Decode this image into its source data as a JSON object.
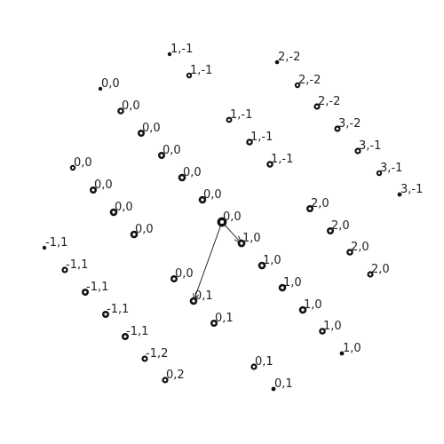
{
  "colors": {
    "ink": "#111111",
    "background": "#ffffff"
  },
  "arrows": [
    {
      "from": "0,0",
      "to": "1,0"
    },
    {
      "from": "0,0",
      "to": "0,1"
    }
  ],
  "points": [
    {
      "label": "1,-1"
    },
    {
      "label": "1,-1"
    },
    {
      "label": "2,-2"
    },
    {
      "label": "0,0"
    },
    {
      "label": "2,-2"
    },
    {
      "label": "0,0"
    },
    {
      "label": "2,-2"
    },
    {
      "label": "1,-1"
    },
    {
      "label": "0,0"
    },
    {
      "label": "3,-2"
    },
    {
      "label": "1,-1"
    },
    {
      "label": "0,0"
    },
    {
      "label": "3,-1"
    },
    {
      "label": "1,-1"
    },
    {
      "label": "0,0"
    },
    {
      "label": "3,-1"
    },
    {
      "label": "0,0"
    },
    {
      "label": "0,0"
    },
    {
      "label": "3,-1"
    },
    {
      "label": "0,0"
    },
    {
      "label": "2,0"
    },
    {
      "label": "0,0"
    },
    {
      "label": "0,0"
    },
    {
      "label": "2,0"
    },
    {
      "label": "0,0"
    },
    {
      "label": "-1,1"
    },
    {
      "label": "1,0"
    },
    {
      "label": "2,0"
    },
    {
      "label": "-1,1"
    },
    {
      "label": "1,0"
    },
    {
      "label": "0,0"
    },
    {
      "label": "2,0"
    },
    {
      "label": "-1,1"
    },
    {
      "label": "1,0"
    },
    {
      "label": "0,1"
    },
    {
      "label": "-1,1"
    },
    {
      "label": "1,0"
    },
    {
      "label": "0,1"
    },
    {
      "label": "-1,1"
    },
    {
      "label": "1,0"
    },
    {
      "label": "-1,2"
    },
    {
      "label": "1,0"
    },
    {
      "label": "0,1"
    },
    {
      "label": "0,2"
    },
    {
      "label": "0,1"
    }
  ]
}
